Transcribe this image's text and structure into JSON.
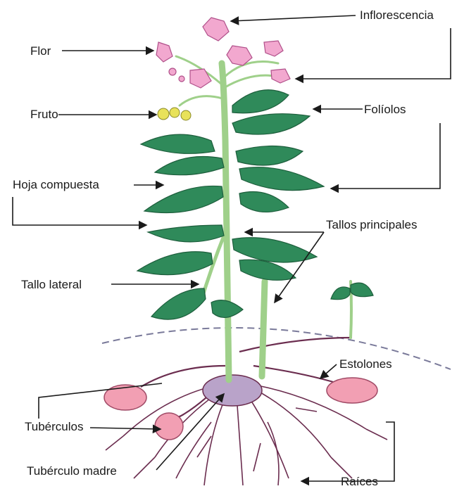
{
  "labels": {
    "inflorescencia": "Inflorescencia",
    "flor": "Flor",
    "fruto": "Fruto",
    "foliolos": "Folíolos",
    "hoja_compuesta": "Hoja compuesta",
    "tallos_principales": "Tallos principales",
    "tallo_lateral": "Tallo lateral",
    "estolones": "Estolones",
    "tuberculos": "Tubérculos",
    "tuberculo_madre": "Tubérculo madre",
    "raices": "Raíces"
  },
  "colors": {
    "leaf": "#2f8a5a",
    "leaf_dark": "#1d5e3c",
    "stem": "#9fd08a",
    "flower": "#f2a8cf",
    "fruit": "#e8e25a",
    "root": "#6b2d4f",
    "tuber": "#f29fb3",
    "soil_line": "#7a7a9a"
  }
}
